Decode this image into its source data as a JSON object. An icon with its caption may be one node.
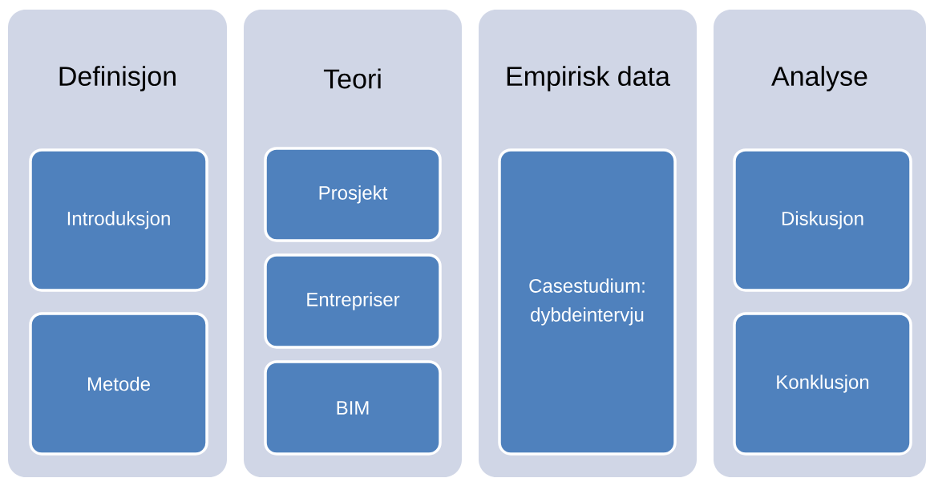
{
  "diagram": {
    "nodes": [
      {
        "text": [
          "Definisjon"
        ]
      },
      {
        "text": [
          "Introduksjon"
        ],
        "in": 0
      },
      {
        "text": [
          "Metode"
        ],
        "in": 0
      },
      {
        "text": [
          "Teori"
        ]
      },
      {
        "text": [
          "Prosjekt"
        ],
        "in": 3
      },
      {
        "text": [
          "Entrepriser"
        ],
        "in": 3
      },
      {
        "text": [
          "BIM"
        ],
        "in": 3
      },
      {
        "text": [
          "Empirisk data"
        ]
      },
      {
        "text": [
          "Casestudium: dybdeintervju"
        ],
        "in": 7
      },
      {
        "text": [
          "Analyse"
        ]
      },
      {
        "text": [
          "Diskusjon"
        ],
        "in": 9
      },
      {
        "text": [
          "Konklusjon"
        ],
        "in": 9
      }
    ]
  }
}
